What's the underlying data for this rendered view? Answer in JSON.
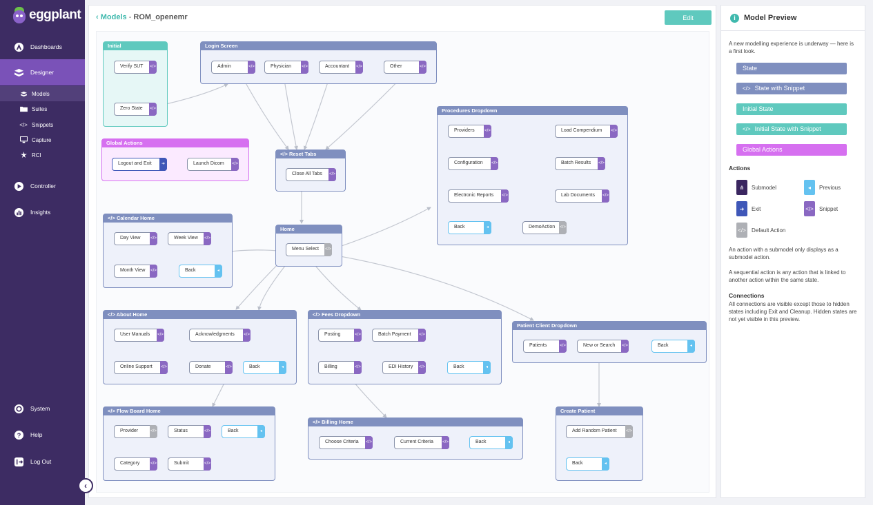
{
  "app": {
    "logo_text": "eggplant"
  },
  "sidebar": {
    "items": [
      {
        "label": "Dashboards"
      },
      {
        "label": "Designer"
      },
      {
        "label": "Controller"
      },
      {
        "label": "Insights"
      },
      {
        "label": "System"
      },
      {
        "label": "Help"
      },
      {
        "label": "Log Out"
      }
    ],
    "subitems": [
      {
        "label": "Models"
      },
      {
        "label": "Suites"
      },
      {
        "label": "Snippets"
      },
      {
        "label": "Capture"
      },
      {
        "label": "RCI"
      }
    ]
  },
  "header": {
    "breadcrumb_link": "Models",
    "breadcrumb_sep": " - ",
    "model_name": "ROM_openemr",
    "edit_label": "Edit"
  },
  "states": [
    {
      "title": "Initial",
      "actions": [
        "Verify SUT",
        "Zero State"
      ]
    },
    {
      "title": "Login Screen",
      "actions": [
        "Admin",
        "Physician",
        "Accountant",
        "Other"
      ]
    },
    {
      "title": "Procedures Dropdown",
      "actions": [
        "Providers",
        "Load Compendium",
        "Configuration",
        "Batch Results",
        "Electronic Reports",
        "Lab Documents",
        "Back",
        "DemoAction"
      ]
    },
    {
      "title": "Global Actions",
      "actions": [
        "Logout and Exit",
        "Launch Dicom"
      ]
    },
    {
      "title": "Reset Tabs",
      "actions": [
        "Close All Tabs"
      ]
    },
    {
      "title": "Calendar Home",
      "actions": [
        "Day View",
        "Week View",
        "Month View",
        "Back"
      ]
    },
    {
      "title": "Home",
      "actions": [
        "Menu Select"
      ]
    },
    {
      "title": "About Home",
      "actions": [
        "User Manuals",
        "Acknowledgments",
        "Online Support",
        "Donate",
        "Back"
      ]
    },
    {
      "title": "Fees Dropdown",
      "actions": [
        "Posting",
        "Batch Payment",
        "Billing",
        "EDI History",
        "Back"
      ]
    },
    {
      "title": "Patient Client Dropdown",
      "actions": [
        "Patients",
        "New or Search",
        "Back"
      ]
    },
    {
      "title": "Flow Board Home",
      "actions": [
        "Provider",
        "Status",
        "Back",
        "Category",
        "Submit"
      ]
    },
    {
      "title": "Billing Home",
      "actions": [
        "Choose Criteria",
        "Current Criteria",
        "Back"
      ]
    },
    {
      "title": "Create Patient",
      "actions": [
        "Add Random Patient",
        "Back"
      ]
    }
  ],
  "panel": {
    "title": "Model Preview",
    "intro": "A new modelling experience is underway — here is a first look.",
    "legend_states": [
      {
        "label": "State",
        "color": "#7f8fbf"
      },
      {
        "label": "State with Snippet",
        "color": "#7f8fbf"
      },
      {
        "label": "Initial State",
        "color": "#5fc9be"
      },
      {
        "label": "Initial State with Snippet",
        "color": "#5fc9be"
      },
      {
        "label": "Global Actions",
        "color": "#d670f0"
      }
    ],
    "actions_title": "Actions",
    "action_types": [
      {
        "label": "Submodel",
        "icon": "submodel-icon",
        "color": "#3a2660"
      },
      {
        "label": "Previous",
        "icon": "previous-icon",
        "color": "#64c2f0"
      },
      {
        "label": "Exit",
        "icon": "exit-icon",
        "color": "#3f57b8"
      },
      {
        "label": "Snippet",
        "icon": "snippet-icon",
        "color": "#8a68c2"
      },
      {
        "label": "Default Action",
        "icon": "default-action-icon",
        "color": "#aeb0b5"
      }
    ],
    "note1": "An action with a submodel only displays as a submodel action.",
    "note2": "A sequential action is any action that is linked to another action within the same state.",
    "connections_title": "Connections",
    "connections_text": "All connections are visible except those to hidden states including Exit and Cleanup. Hidden states are not yet visible in this preview."
  }
}
